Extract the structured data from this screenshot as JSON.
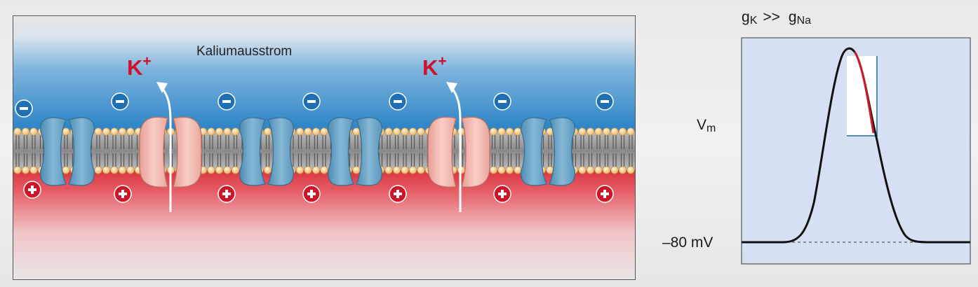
{
  "membrane": {
    "region_label": "Kaliumausstrom",
    "ion_label": "K",
    "ion_charge": "+",
    "colors": {
      "extracellular": "#2f86c8",
      "intracellular": "#e03a44",
      "channel_blue": "#6aa3c6",
      "channel_pink": "#f2b6ad",
      "lipid_head": "#f1c27a",
      "arrow": "#ffffff"
    }
  },
  "graph": {
    "header_g1": "g",
    "header_g1_sub": "K",
    "header_op": ">>",
    "header_g2": "g",
    "header_g2_sub": "Na",
    "y_label": "V",
    "y_label_sub": "m",
    "baseline_label": "–80 mV",
    "colors": {
      "background": "#d5e1f2",
      "curve": "#111111",
      "highlight": "#cc1a2b"
    }
  }
}
